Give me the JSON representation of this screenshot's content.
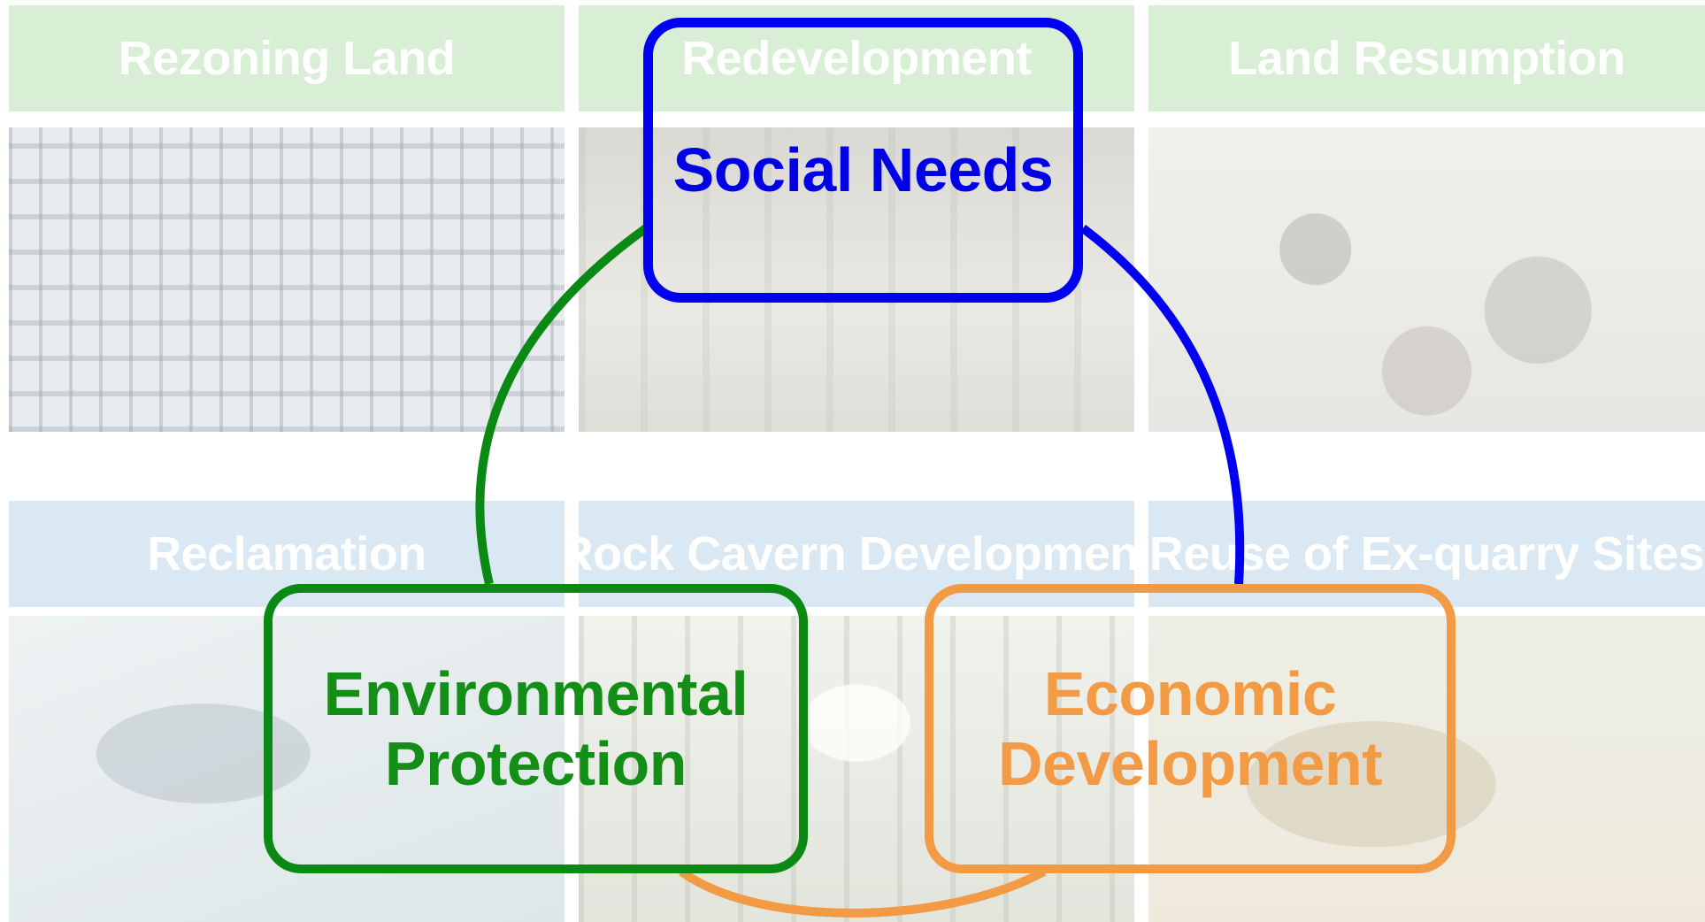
{
  "tiles": {
    "top": [
      {
        "label": "Rezoning Land"
      },
      {
        "label": "Redevelopment"
      },
      {
        "label": "Land Resumption"
      }
    ],
    "bottom": [
      {
        "label": "Reclamation"
      },
      {
        "label": "Rock Cavern Development"
      },
      {
        "label": "Reuse of Ex-quarry Sites"
      }
    ]
  },
  "pillars": {
    "social": {
      "line1": "Social Needs",
      "color": "#0000f2"
    },
    "environmental": {
      "line1": "Environmental",
      "line2": "Protection",
      "color": "#0a8a14"
    },
    "economic": {
      "line1": "Economic",
      "line2": "Development",
      "color": "#f39a45"
    }
  },
  "colors": {
    "header_top_bg": "#d8efd6",
    "header_bottom_bg": "#d9e8f3"
  }
}
